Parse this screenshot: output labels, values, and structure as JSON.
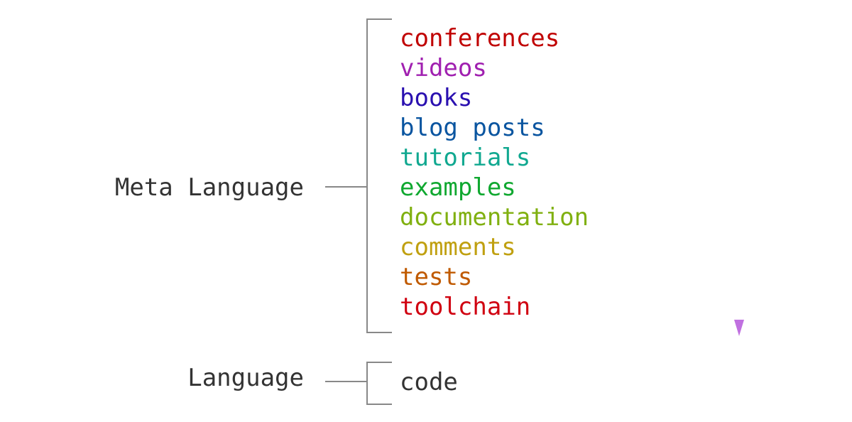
{
  "groups": {
    "meta": {
      "label": "Meta Language"
    },
    "language": {
      "label": "Language"
    }
  },
  "meta_items": [
    {
      "text": "conferences",
      "color": "#c00000"
    },
    {
      "text": "videos",
      "color": "#a020b0"
    },
    {
      "text": "books",
      "color": "#2a10b0"
    },
    {
      "text": "blog posts",
      "color": "#0a55a0"
    },
    {
      "text": "tutorials",
      "color": "#10a890"
    },
    {
      "text": "examples",
      "color": "#10a830"
    },
    {
      "text": "documentation",
      "color": "#80b010"
    },
    {
      "text": "comments",
      "color": "#c0a010"
    },
    {
      "text": "tests",
      "color": "#c05a00"
    },
    {
      "text": "toolchain",
      "color": "#d00010"
    }
  ],
  "language_items": [
    {
      "text": "code",
      "color": "#333333"
    }
  ],
  "colors": {
    "bracket": "#888888",
    "arrow_top": "#3a2aa8",
    "arrow_bottom": "#c070e0"
  }
}
